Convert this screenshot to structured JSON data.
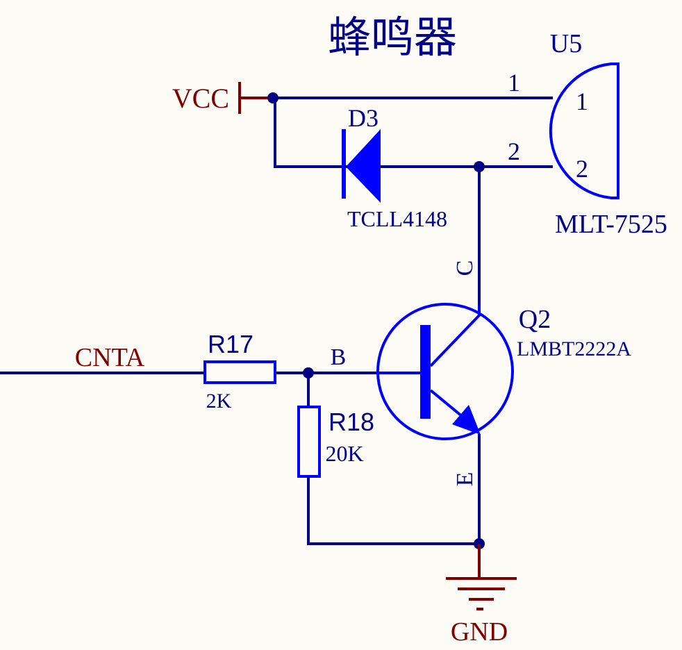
{
  "title": "蜂鸣器",
  "colors": {
    "wire": "#00008b",
    "component": "#0000ff",
    "net_label": "#800000",
    "junction": "#000080",
    "background": "#fdfbf6"
  },
  "nets": {
    "vcc": "VCC",
    "gnd": "GND",
    "cnta": "CNTA"
  },
  "buzzer": {
    "designator": "U5",
    "part": "MLT-7525",
    "pin1": "1",
    "pin2": "2",
    "pin1_outer": "1",
    "pin2_outer": "2"
  },
  "diode": {
    "designator": "D3",
    "part": "TCLL4148"
  },
  "transistor": {
    "designator": "Q2",
    "part": "LMBT2222A",
    "collector": "C",
    "base": "B",
    "emitter": "E"
  },
  "r17": {
    "designator": "R17",
    "value": "2K"
  },
  "r18": {
    "designator": "R18",
    "value": "20K"
  }
}
